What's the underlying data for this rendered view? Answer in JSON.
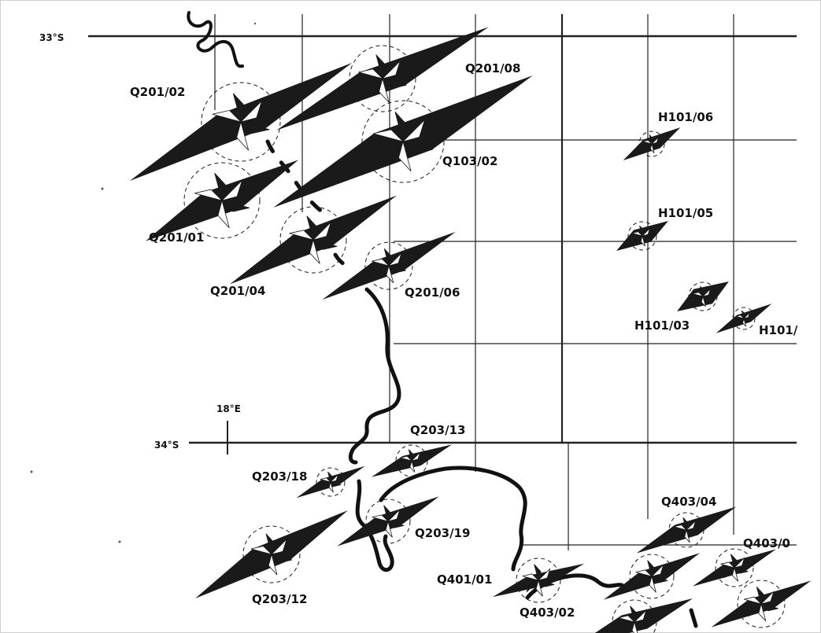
{
  "map": {
    "lat_labels": [
      "33°S",
      "34°S"
    ],
    "lon_label": "18°E",
    "colors": {
      "ink": "#1a1a1a",
      "grid": "#222222",
      "paper": "#ffffff"
    },
    "stations": [
      {
        "id": "Q201/02"
      },
      {
        "id": "Q201/08"
      },
      {
        "id": "Q103/02"
      },
      {
        "id": "Q201/01"
      },
      {
        "id": "Q201/04"
      },
      {
        "id": "Q201/06"
      },
      {
        "id": "H101/06"
      },
      {
        "id": "H101/05"
      },
      {
        "id": "H101/03"
      },
      {
        "id": "H101/"
      },
      {
        "id": "Q203/13"
      },
      {
        "id": "Q203/18"
      },
      {
        "id": "Q203/19"
      },
      {
        "id": "Q203/12"
      },
      {
        "id": "Q401/01"
      },
      {
        "id": "Q403/02"
      },
      {
        "id": "Q403/04"
      },
      {
        "id": "Q403/0"
      }
    ]
  }
}
